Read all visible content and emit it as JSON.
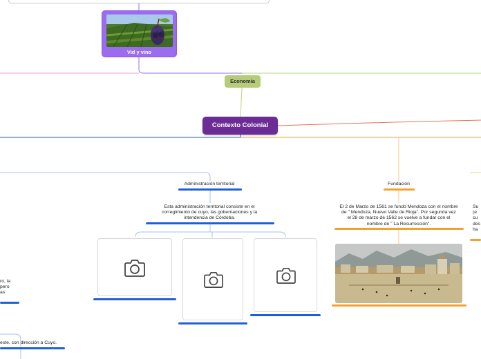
{
  "nodes": {
    "vid_vino": {
      "label": "Vid y vino",
      "image": "vineyard-grapes-photo"
    },
    "economia": {
      "label": "Economía"
    },
    "contexto": {
      "label": "Contexto Colonial"
    },
    "admin": {
      "title": "Administración territorial",
      "description": "Esta administración territorial consiste en el corregimiento de cuyo, las gobernaciones y la intendencia de Córdoba."
    },
    "fundacion": {
      "title": "Fundación",
      "description": "El 2 de Marzo de 1561 se fundo Mendoza con el nombre de \" Mendoza, Nuevo Valle de Rioja\". Por segunda vez el 28 de marzo de 1562 se vuelve a fundar con el nombre de \" La Resurrección\".",
      "image": "colonial-town-plaza-illustration"
    },
    "photo_placeholders": [
      "camera-icon",
      "camera-icon",
      "camera-icon"
    ],
    "left_partial_1": "ro, la\npero\nas",
    "left_partial_2": "este, con dirección a Cuyo.",
    "right_partial": "Su\n(e\ncu\ndes\nha"
  },
  "colors": {
    "contexto_bg": "#6b2c96",
    "vid_card_bg": "#9b6cf0",
    "economia_bg": "#b7cc7a",
    "blue_accent": "#1f5fd6",
    "orange_accent": "#f2a12c"
  }
}
